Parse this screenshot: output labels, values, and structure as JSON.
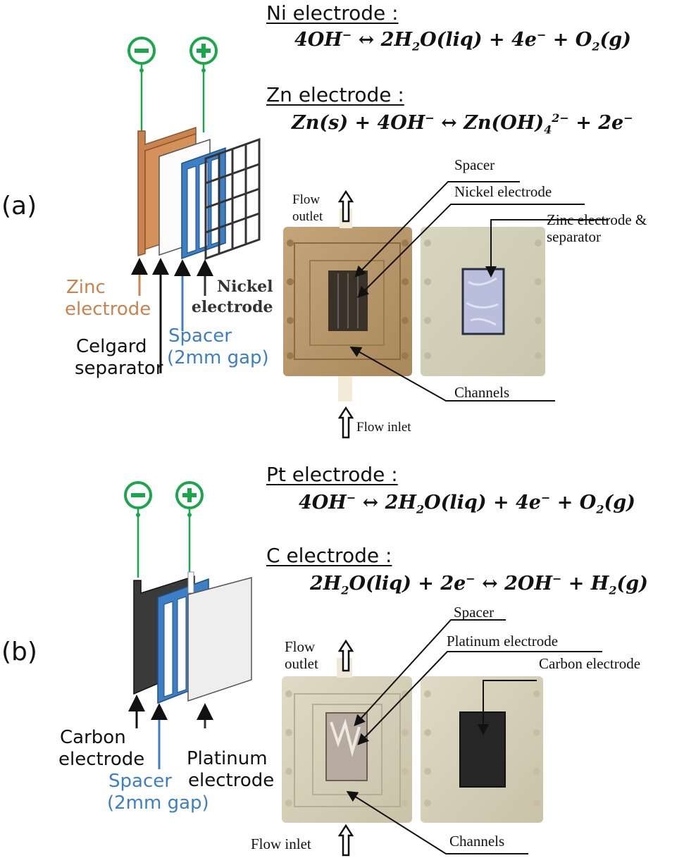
{
  "panels": {
    "a": {
      "label": "(a)",
      "eq1_title": "Ni electrode :",
      "eq1": {
        "left": "4OH",
        "left_sup": "−",
        "arrow": "↔",
        "r1": "2H",
        "r1_sub": "2",
        "r1b": "O(liq) + 4e",
        "r1_sup": "−",
        "r2": "+ O",
        "r2_sub": "2",
        "r3": "(g)"
      },
      "eq2_title": "Zn electrode :",
      "eq2": {
        "a": "Zn(s) + 4OH",
        "a_sup": "−",
        "arrow": "↔",
        "b": "Zn(OH)",
        "b_sub": "4",
        "b_sup": "2−",
        "c": "+ 2e",
        "c_sup": "−"
      },
      "terminal_neg": "−",
      "terminal_pos": "+",
      "labels": {
        "zinc": [
          "Zinc",
          "electrode"
        ],
        "celgard": [
          "Celgard",
          "separator"
        ],
        "spacer": [
          "Spacer",
          "(2mm gap)"
        ],
        "nickel": [
          "Nickel",
          "electrode"
        ]
      },
      "photo_labels": {
        "spacer": "Spacer",
        "nickel": "Nickel electrode",
        "zinc_sep": [
          "Zinc electrode &",
          "separator"
        ],
        "flow_outlet": [
          "Flow",
          "outlet"
        ],
        "channels": "Channels",
        "flow_inlet": "Flow inlet"
      }
    },
    "b": {
      "label": "(b)",
      "eq1_title": "Pt electrode :",
      "eq1": {
        "left": "4OH",
        "left_sup": "−",
        "arrow": "↔",
        "r1": "2H",
        "r1_sub": "2",
        "r1b": "O(liq) + 4e",
        "r1_sup": "−",
        "r2": "+ O",
        "r2_sub": "2",
        "r3": "(g)"
      },
      "eq2_title": "C electrode :",
      "eq2": {
        "a": "2H",
        "a_sub": "2",
        "a2": "O(liq) + 2e",
        "a_sup": "−",
        "arrow": "↔",
        "b": "2OH",
        "b_sup": "−",
        "c": "+ H",
        "c_sub": "2",
        "c2": "(g)"
      },
      "terminal_neg": "−",
      "terminal_pos": "+",
      "labels": {
        "carbon": [
          "Carbon",
          "electrode"
        ],
        "spacer": [
          "Spacer",
          "(2mm gap)"
        ],
        "platinum": [
          "Platinum",
          "electrode"
        ]
      },
      "photo_labels": {
        "spacer": "Spacer",
        "platinum": "Platinum electrode",
        "carbon": "Carbon electrode",
        "flow_outlet": [
          "Flow",
          "outlet"
        ],
        "channels": "Channels",
        "flow_inlet": "Flow inlet"
      }
    }
  },
  "colors": {
    "terminal_green": "#1aa64a",
    "zinc_orange": "#c8834e",
    "spacer_blue": "#3d7fc4",
    "carbon_black": "#3a3a3a",
    "photo_a_bg": "#b89668",
    "photo_b_bg": "#d8d2bc"
  }
}
